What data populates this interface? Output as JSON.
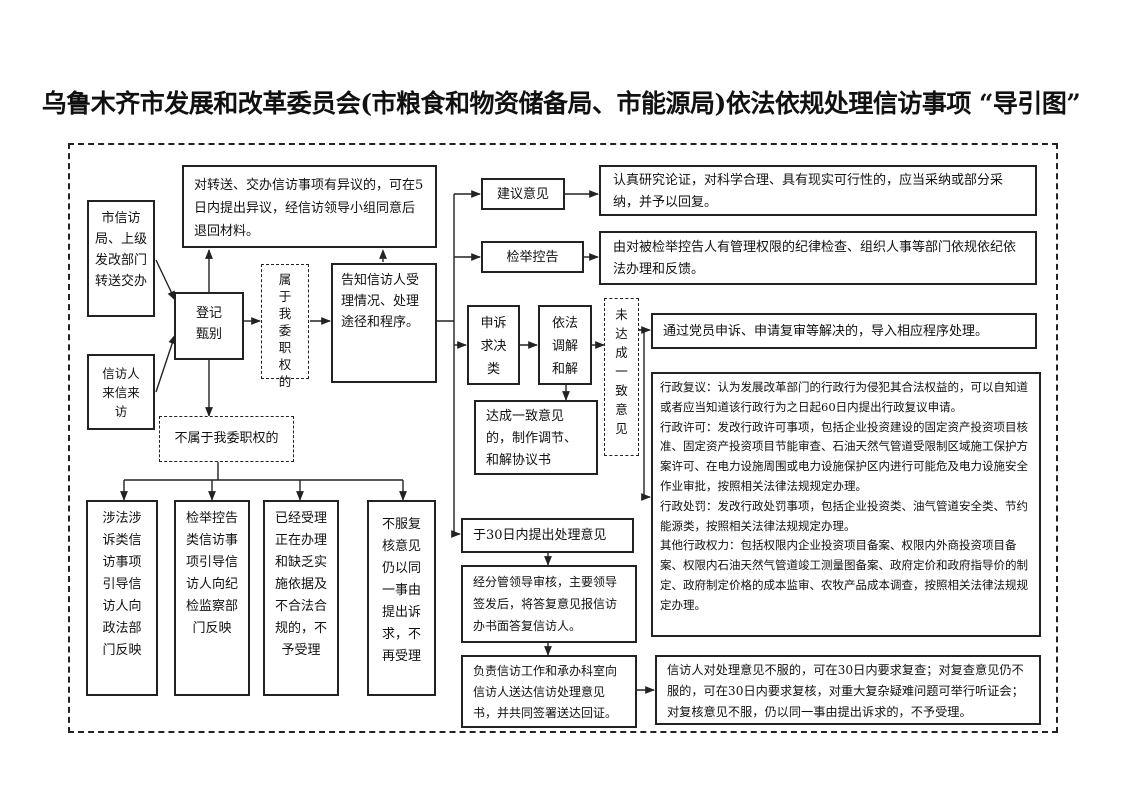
{
  "title": "乌鲁木齐市发展和改革委员会(市粮食和物资储备局、市能源局)依法依规处理信访事项 “导引图”",
  "sources": {
    "transfer": "市信访局、上级发改部门转送交办",
    "visit": "信访人来信来访"
  },
  "register": "登记甄别",
  "objection": "对转送、交办信访事项有异议的，可在5日内提出异议，经信访领导小组同意后退回材料。",
  "in_scope": "属于我委职权的",
  "inform": "告知信访人受理情况、处理途径和程序。",
  "not_in_scope": "不属于我委职权的",
  "outside_boxes": [
    "涉法涉诉类信访事项引导信访人向政法部门反映",
    "检举控告类信访事项引导信访人向纪检监察部门反映",
    "已经受理正在办理和缺乏实施依据及不合法合规的，不予受理",
    "不服复核意见仍以同一事由提出诉求，不再受理"
  ],
  "suggestion": {
    "label": "建议意见",
    "result": "认真研究论证，对科学合理、具有现实可行性的，应当采纳或部分采纳，并予以回复。"
  },
  "report": {
    "label": "检举控告",
    "result": "由对被检举控告人有管理权限的纪律检查、组织人事等部门依规依纪依法办理和反馈。"
  },
  "appeal": {
    "label": "申诉求决类",
    "mediation": "依法调解和解",
    "agreement": "达成一致意见的，制作调节、和解协议书",
    "not_reached": "未达成一致意见",
    "party_path": "通过党员申诉、申请复审等解决的，导入相应程序处理。"
  },
  "legal_paths": [
    "行政复议：认为发展改革部门的行政行为侵犯其合法权益的，可以自知道或者应当知道该行政行为之日起60日内提出行政复议申请。",
    "行政许可：发改行政许可事项，包括企业投资建设的固定资产投资项目核准、固定资产投资项目节能审查、石油天然气管道受限制区域施工保护方案许可、在电力设施周围或电力设施保护区内进行可能危及电力设施安全作业审批，按照相关法律法规规定办理。",
    "行政处罚：发改行政处罚事项，包括企业投资类、油气管道安全类、节约能源类，按照相关法律法规规定办理。",
    "其他行政权力：包括权限内企业投资项目备案、权限内外商投资项目备案、权限内石油天然气管道竣工测量图备案、政府定价和政府指导价的制定、政府制定价格的成本监审、农牧产品成本调查，按照相关法律法规规定办理。"
  ],
  "opinion_30": "于30日内提出处理意见",
  "review": "经分管领导审核，主要领导签发后，将答复意见报信访办书面答复信访人。",
  "delivery": "负责信访工作和承办科室向信访人送达信访处理意见书，并共同签署送达回证。",
  "final": "信访人对处理意见不服的，可在30日内要求复查；对复查意见仍不服的，可在30日内要求复核，对重大复杂疑难问题可举行听证会；对复核意见不服，仍以同一事由提出诉求的，不予受理。"
}
